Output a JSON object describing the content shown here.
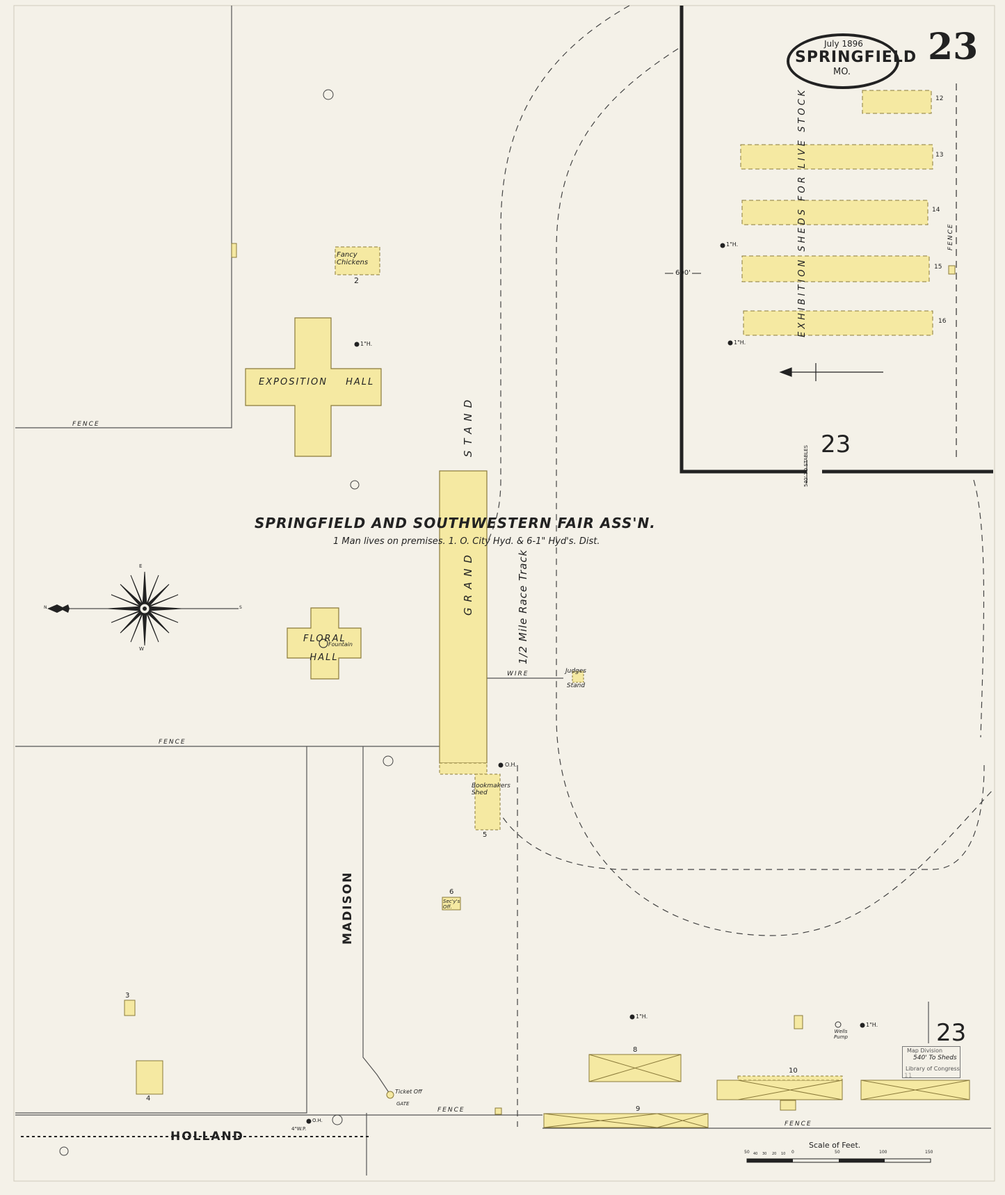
{
  "sheet": {
    "date": "July 1896",
    "city": "Springfield",
    "state": "Mo.",
    "page_number": "23",
    "block_number_upper": "23",
    "block_number_lower": "23"
  },
  "main_property": {
    "name": "Springfield and Southwestern Fair Ass'n.",
    "note": "1 Man lives on premises.   1. O. City Hyd. & 6-1\" Hyd's. Dist."
  },
  "buildings": {
    "fancy_chickens": {
      "name": "Fancy Chickens",
      "number": "2"
    },
    "exposition_hall": {
      "name": "Exposition Hall"
    },
    "floral_hall": {
      "name": "Floral Hall",
      "fountain": "Fountain"
    },
    "grand_stand": {
      "name": "Grand Stand"
    },
    "judges_stand": {
      "name": "Judges Stand"
    },
    "bookmakers_shed": {
      "name": "Bookmakers Shed",
      "number": "5"
    },
    "secys_office": {
      "name": "Sec'y's Off.",
      "number": "6"
    },
    "stock_sheds": {
      "label": "Exhibition Sheds For Live Stock",
      "numbers": [
        "12",
        "13",
        "14",
        "15",
        "16"
      ]
    },
    "building_3": "3",
    "building_4": "4",
    "building_8": "8",
    "building_9": "9",
    "building_10": "10",
    "building_11": "11",
    "ticket_office": "Ticket Off",
    "gate": "Gate"
  },
  "features": {
    "race_track": "1/2 Mile Race Track",
    "wire": "Wire",
    "fence": "Fence",
    "fence_vertical": "Fence",
    "wells_pump": "Wells Pump",
    "distance_600": "600'",
    "to_stables": "540' To Stables",
    "hydrant": "1\"H.",
    "hydrant_oh": "O.H.",
    "hydrant_4wp": "4\"W.P."
  },
  "streets": {
    "madison": "Madison",
    "holland": "Holland"
  },
  "scale": {
    "title": "Scale of Feet.",
    "ticks": [
      "50",
      "40",
      "30",
      "20",
      "10",
      "0",
      "50",
      "100",
      "150"
    ]
  },
  "stamp": {
    "line1": "Map Division",
    "line2": "540' To Sheds",
    "line3": "Library of Congress"
  },
  "compass": {
    "n": "N",
    "s": "S",
    "e": "E",
    "w": "W"
  },
  "colors": {
    "paper": "#f4f1e8",
    "frame_building": "#f5e9a2",
    "building_outline": "#8a7a3a",
    "ink": "#222222"
  }
}
